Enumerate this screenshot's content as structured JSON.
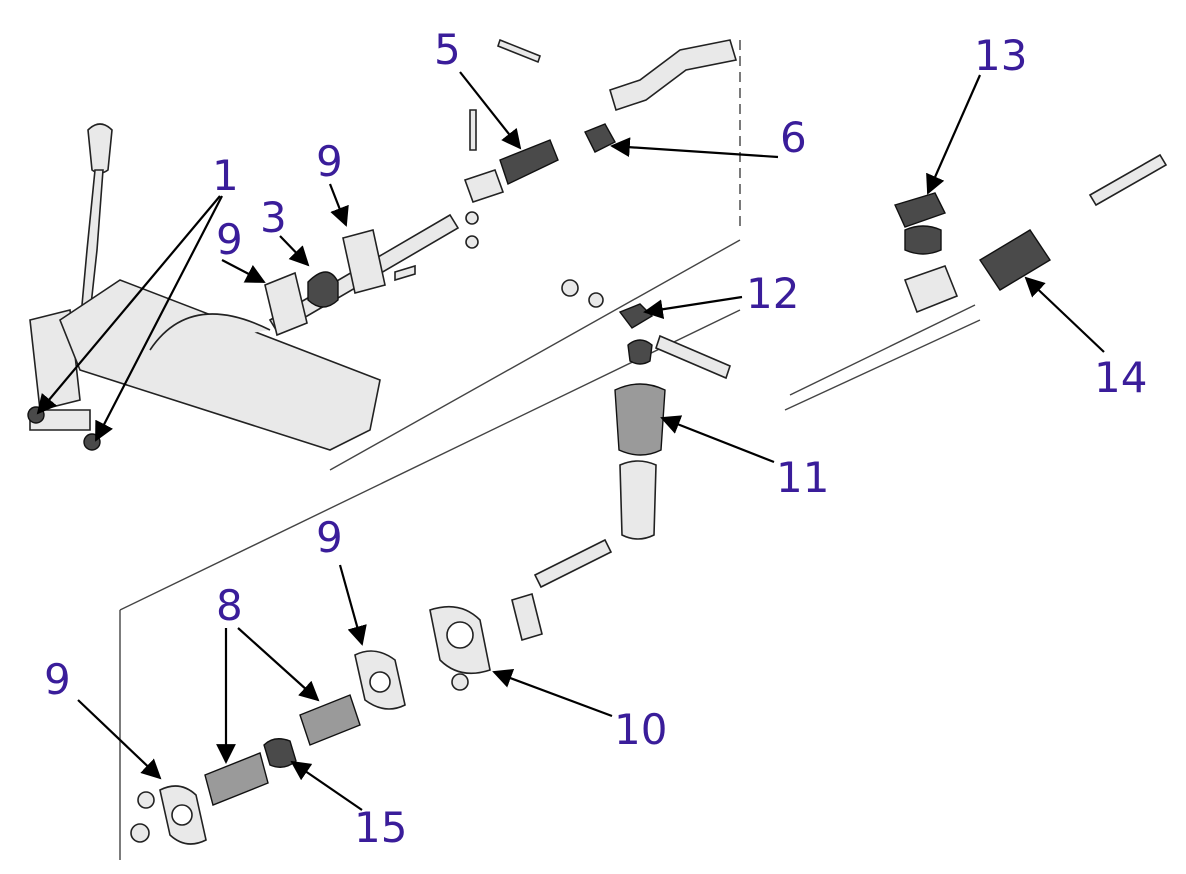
{
  "diagram": {
    "labels": [
      {
        "id": "1",
        "text": "1"
      },
      {
        "id": "3",
        "text": "3"
      },
      {
        "id": "5",
        "text": "5"
      },
      {
        "id": "6",
        "text": "6"
      },
      {
        "id": "8",
        "text": "8"
      },
      {
        "id": "9a",
        "text": "9"
      },
      {
        "id": "9b",
        "text": "9"
      },
      {
        "id": "9c",
        "text": "9"
      },
      {
        "id": "9d",
        "text": "9"
      },
      {
        "id": "10",
        "text": "10"
      },
      {
        "id": "11",
        "text": "11"
      },
      {
        "id": "12",
        "text": "12"
      },
      {
        "id": "13",
        "text": "13"
      },
      {
        "id": "14",
        "text": "14"
      },
      {
        "id": "15",
        "text": "15"
      }
    ],
    "colors": {
      "label": "#3a1d9a",
      "arrow": "#000000",
      "part_fill": "#e9e9e9"
    }
  }
}
